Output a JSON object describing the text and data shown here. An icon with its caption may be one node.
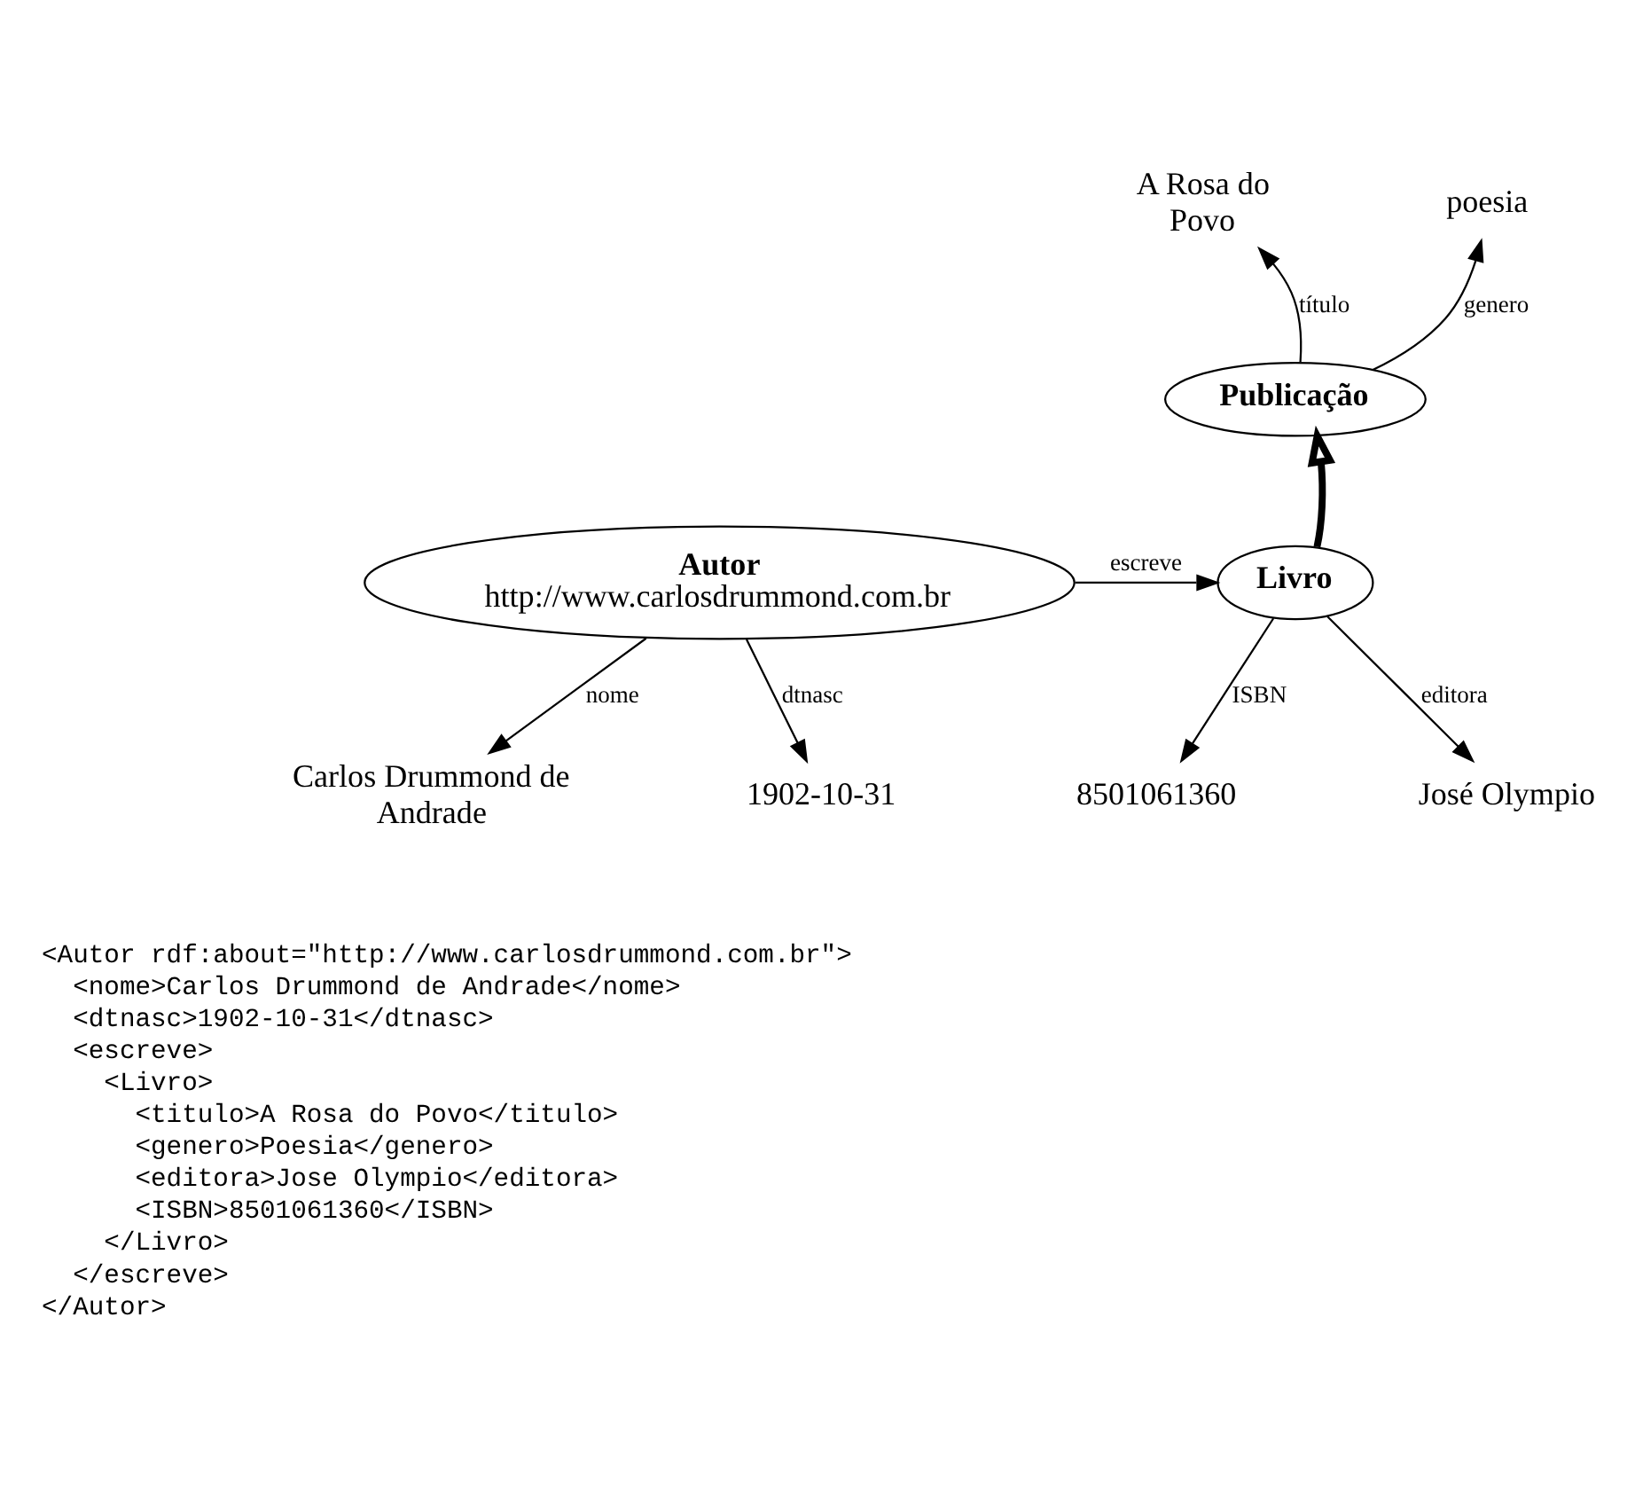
{
  "diagram": {
    "nodes": [
      {
        "text": [
          "Publicação"
        ]
      },
      {
        "text": [
          "A Rosa do Povo"
        ]
      },
      {
        "text": [
          "poesia"
        ]
      },
      {
        "text": [
          "Autor",
          "http://www.carlosdrummond.com.br"
        ]
      },
      {
        "text": [
          "Livro"
        ]
      },
      {
        "text": [
          "Carlos Drummond de Andrade"
        ]
      },
      {
        "text": [
          "1902-10-31"
        ]
      },
      {
        "text": [
          "8501061360"
        ]
      },
      {
        "text": [
          "José Olympio"
        ]
      }
    ],
    "edges": [
      {
        "from": 0,
        "to": 1,
        "arrow": "to",
        "label": "título"
      },
      {
        "from": 0,
        "to": 2,
        "arrow": "to",
        "label": "genero"
      },
      {
        "from": 4,
        "to": 0,
        "arrow": "to",
        "style": "thick"
      },
      {
        "from": 3,
        "to": 4,
        "arrow": "to",
        "label": "escreve"
      },
      {
        "from": 3,
        "to": 5,
        "arrow": "to",
        "label": "nome"
      },
      {
        "from": 3,
        "to": 6,
        "arrow": "to",
        "label": "dtnasc"
      },
      {
        "from": 4,
        "to": 7,
        "arrow": "to",
        "label": "ISBN"
      },
      {
        "from": 4,
        "to": 8,
        "arrow": "to",
        "label": "editora"
      }
    ],
    "labels": [
      "<Autor rdf:about=\"http://www.carlosdrummond.com.br\">",
      "<nome>Carlos Drummond de Andrade</nome>",
      "<dtnasc>1902-10-31</dtnasc>",
      "<escreve>",
      "<Livro>",
      "<titulo>A Rosa do Povo</titulo>",
      "<genero>Poesia</genero>",
      "<editora>Jose Olympio</editora>",
      "<ISBN>8501061360</ISBN>",
      "</Livro>",
      "</escreve>",
      "</Autor>"
    ]
  }
}
